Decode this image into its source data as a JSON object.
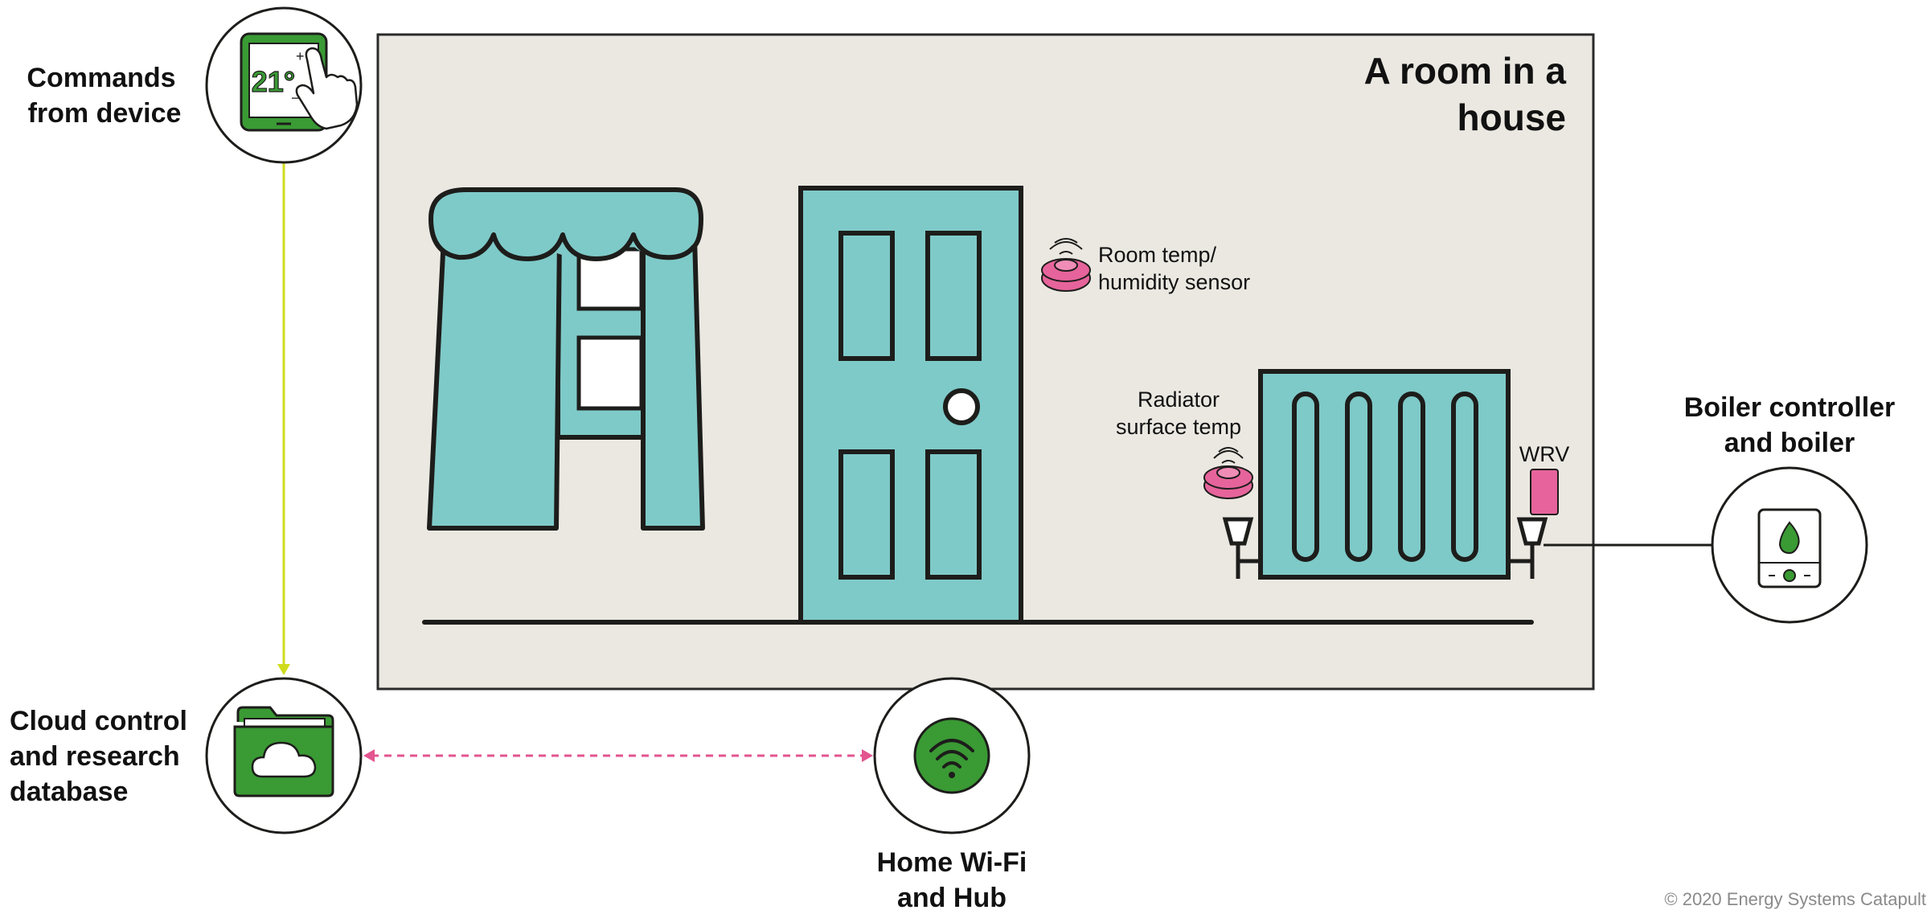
{
  "room": {
    "title_line1": "A room in a",
    "title_line2": "house"
  },
  "nodes": {
    "device": {
      "label_line1": "Commands",
      "label_line2": "from device",
      "screen_value": "21°",
      "plus": "+",
      "minus": "−"
    },
    "cloud": {
      "label_line1": "Cloud control",
      "label_line2": "and research",
      "label_line3": "database"
    },
    "hub": {
      "label_line1": "Home Wi-Fi",
      "label_line2": "and Hub"
    },
    "boiler": {
      "label_line1": "Boiler controller",
      "label_line2": "and boiler"
    }
  },
  "sensors": {
    "room_sensor": {
      "label_line1": "Room temp/",
      "label_line2": "humidity sensor"
    },
    "radiator_sensor": {
      "label_line1": "Radiator",
      "label_line2": "surface temp"
    },
    "wrv": {
      "label": "WRV"
    }
  },
  "colors": {
    "room_bg": "#ebe8e2",
    "teal": "#7ecac8",
    "outline": "#1d1d1b",
    "green": "#3a9a34",
    "pink": "#e6649b",
    "pink_dashed": "#e3558f",
    "yellow_line": "#cfdc1e"
  },
  "footer": {
    "copyright": "© 2020 Energy Systems Catapult"
  }
}
